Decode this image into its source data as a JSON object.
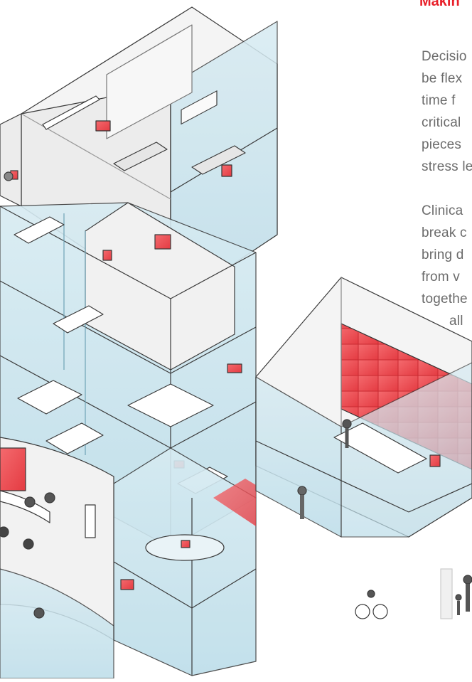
{
  "heading": "Makin",
  "paragraph_1": [
    "Decisio",
    "be flex",
    "time  f",
    "critical",
    "pieces",
    "stress le"
  ],
  "paragraph_2": [
    "Clinica",
    "break c",
    "bring d",
    "from  v",
    "togethe",
    "all"
  ],
  "colors": {
    "accent_red": "#e8202a",
    "screen_red": "#f0555a",
    "glass_blue": "#cfe6ef",
    "glass_edge": "#7fb3c6",
    "wall_gray": "#eeeeee",
    "line_dark": "#333333"
  }
}
